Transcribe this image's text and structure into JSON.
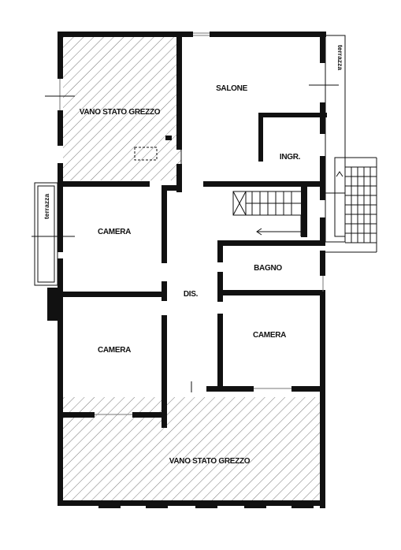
{
  "plan": {
    "rooms": [
      {
        "key": "vano-nw",
        "label": "VANO STATO GREZZO"
      },
      {
        "key": "salone",
        "label": "SALONE"
      },
      {
        "key": "ingr",
        "label": "INGR."
      },
      {
        "key": "camera-w",
        "label": "CAMERA"
      },
      {
        "key": "bagno",
        "label": "BAGNO"
      },
      {
        "key": "dis",
        "label": "DIS."
      },
      {
        "key": "camera-sw",
        "label": "CAMERA"
      },
      {
        "key": "camera-se",
        "label": "CAMERA"
      },
      {
        "key": "vano-s",
        "label": "VANO STATO GREZZO"
      }
    ],
    "terraces": [
      {
        "key": "terrazza-e",
        "label": "terrazza"
      },
      {
        "key": "terrazza-w",
        "label": "terrazza"
      }
    ]
  },
  "colors": {
    "wall": "#111111",
    "hatch": "#555555",
    "background": "#ffffff"
  }
}
